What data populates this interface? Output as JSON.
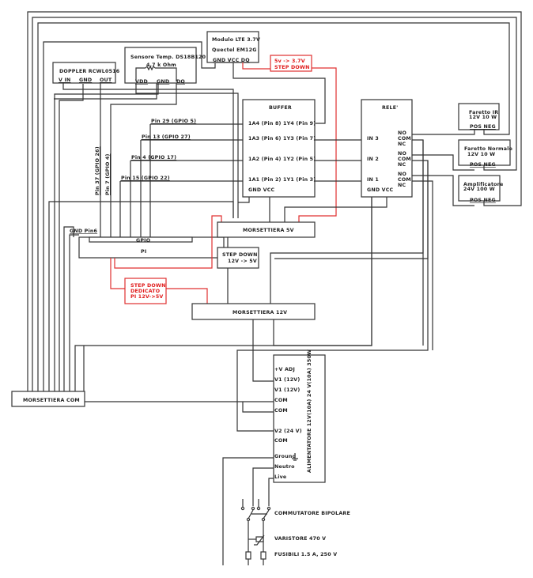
{
  "colors": {
    "wire": "#333333",
    "power_red": "#e03030",
    "text": "#222222",
    "background": "#ffffff"
  },
  "components": {
    "doppler": {
      "title": "DOPPLER RCWL0516",
      "pins": [
        "V IN",
        "GND",
        "OUT"
      ]
    },
    "temp_sensor": {
      "title": "Sensore Temp. DS18B120",
      "resistor": "4.7 k Ohm",
      "pins": [
        "VDD",
        "GND",
        "DQ"
      ]
    },
    "lte": {
      "title_line1": "Modulo LTE 3.7V",
      "title_line2": "Quectel EM12G",
      "pins": [
        "GND",
        "VCC",
        "DQ"
      ]
    },
    "lte_stepdown": {
      "line1": "5v -> 3.7V",
      "line2": "STEP DOWN"
    },
    "buffer": {
      "title": "BUFFER",
      "rows": [
        "1A4 (Pin 8)  1Y4 (Pin 9)",
        "1A3 (Pin 6)  1Y3 (Pin 7)",
        "1A2 (Pin 4)  1Y2 (Pin 5)",
        "1A1 (Pin 2)  1Y1 (Pin 3)"
      ],
      "power": "GND    VCC"
    },
    "relay": {
      "title": "RELE'",
      "inputs": [
        "IN 3",
        "IN 2",
        "IN 1"
      ],
      "contacts": [
        "NO",
        "COM",
        "NC"
      ],
      "power": "GND    VCC"
    },
    "loads": [
      {
        "line1": "Faretto IR",
        "line2": "12V 10 W",
        "pins": "POS  NEG"
      },
      {
        "line1": "Faretto Normale",
        "line2": "12V 10 W",
        "pins": "POS  NEG"
      },
      {
        "line1": "Amplificatore",
        "line2": "24V 100 W",
        "pins": "POS  NEG"
      }
    ],
    "pi": {
      "title": "PI",
      "header": "GPIO",
      "gnd_label": "GND Pin6"
    },
    "gpio_labels": [
      "Pin 29 (GPIO 5)",
      "Pin 13 (GPIO 27)",
      "Pin 4 (GPIO 17)",
      "Pin 15 (GPIO 22)",
      "Pin 37 (GPIO 26)",
      "Pin 7 (GPIO 4)"
    ],
    "terminal_5v": "MORSETTIERA 5V",
    "stepdown_12_5": {
      "line1": "STEP DOWN",
      "line2": "12V -> 5V"
    },
    "pi_stepdown": {
      "line1": "STEP DOWN",
      "line2": "DEDICATO",
      "line3": "PI 12V->5V"
    },
    "terminal_12v": "MORSETTIERA 12V",
    "terminal_com": "MORSETTIERA COM",
    "psu": {
      "title": "ALIMENTATORE 12V(10A) 24 V(10A) 350W",
      "pins": [
        "+V ADJ",
        "V1 (12V)",
        "V1 (12V)",
        "COM",
        "COM",
        "V2 (24 V)",
        "COM",
        "Ground",
        "Neutro",
        "Live"
      ]
    },
    "mains": {
      "switch": "COMMUTATORE BIPOLARE",
      "varistor": "VARISTORE 470 V",
      "fuses": "FUSIBILI 1.5 A, 250 V"
    }
  }
}
